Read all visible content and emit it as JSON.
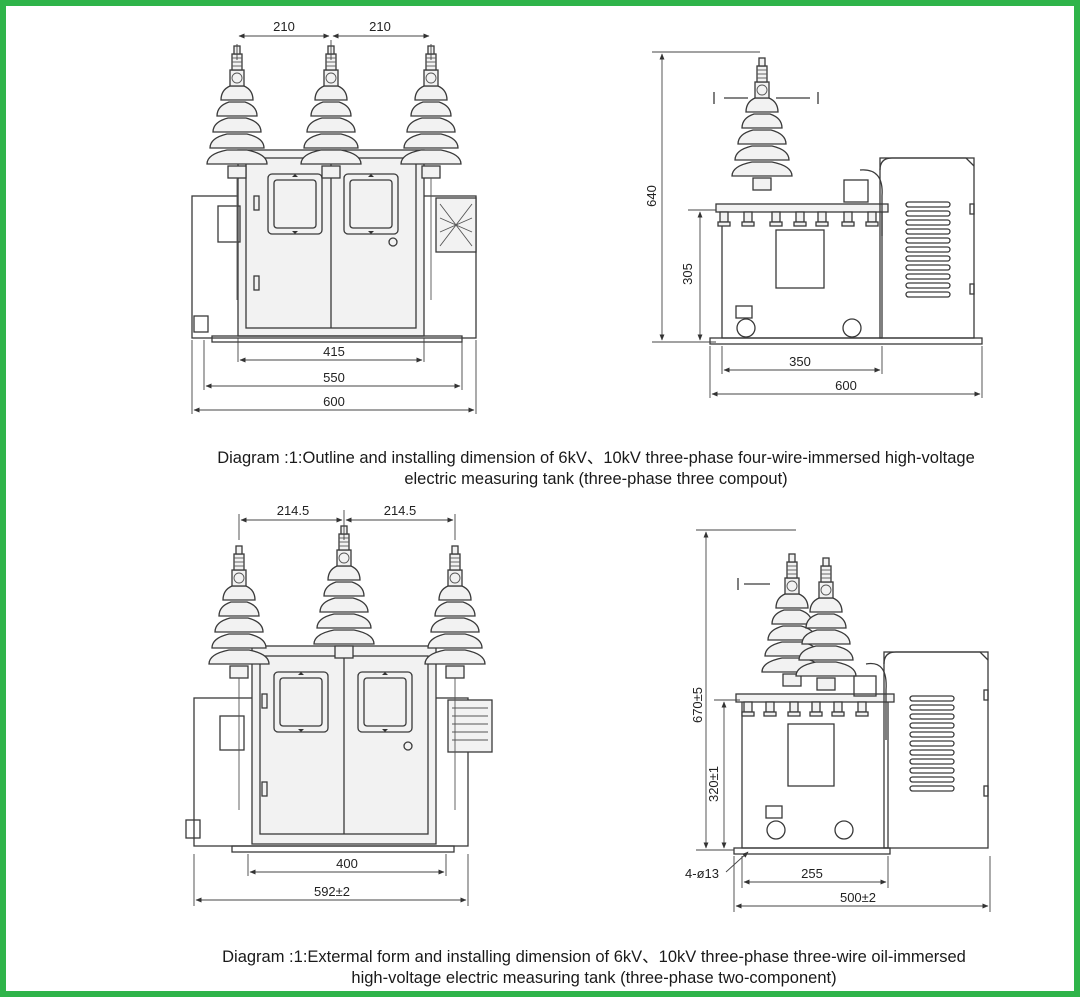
{
  "frame_color": "#2fb44a",
  "diagram1": {
    "front": {
      "top_left": "210",
      "top_right": "210",
      "d415": "415",
      "d550": "550",
      "d600": "600"
    },
    "side": {
      "h640": "640",
      "h305": "305",
      "d350": "350",
      "d600": "600"
    },
    "caption_line1": "Diagram :1:Outline and installing dimension of 6kV、10kV three-phase four-wire-immersed high-voltage",
    "caption_line2": "electric measuring tank (three-phase three compout)"
  },
  "diagram2": {
    "front": {
      "top_left": "214.5",
      "top_right": "214.5",
      "d400": "400",
      "d592": "592±2"
    },
    "side": {
      "h670": "670±5",
      "h320": "320±1",
      "hole": "4-ø13",
      "d255": "255",
      "d500": "500±2"
    },
    "caption_line1": "Diagram :1:Extermal form and installing dimension of 6kV、10kV three-phase three-wire oil-immersed",
    "caption_line2": "high-voltage electric measuring tank (three-phase two-component)"
  }
}
